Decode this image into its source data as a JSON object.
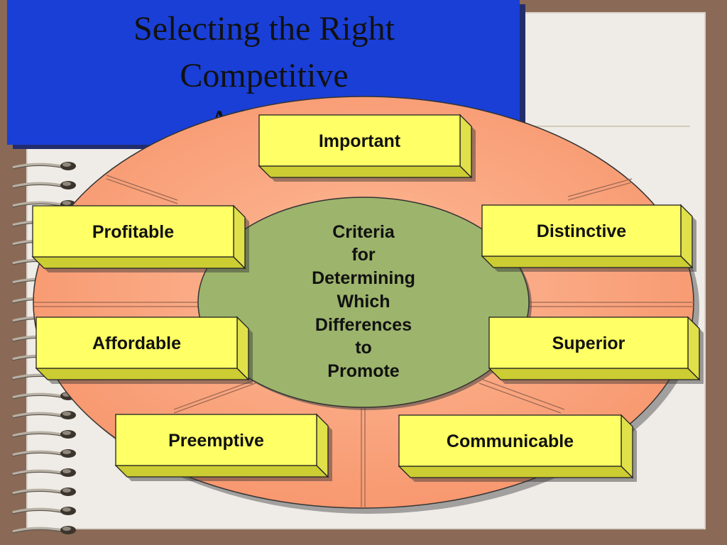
{
  "title": {
    "lines": [
      "Selecting the Right",
      "Competitive",
      "Ad"
    ]
  },
  "center": {
    "lines": [
      "Criteria",
      "for",
      "Determining",
      "Which",
      "Differences",
      "to",
      "Promote"
    ]
  },
  "criteria": [
    {
      "label": "Important"
    },
    {
      "label": "Profitable"
    },
    {
      "label": "Distinctive"
    },
    {
      "label": "Affordable"
    },
    {
      "label": "Superior"
    },
    {
      "label": "Preemptive"
    },
    {
      "label": "Communicable"
    }
  ],
  "colors": {
    "page_border": "#8a6a56",
    "paper": "#efebe6",
    "title_band": "#1a3fd6",
    "outer_ellipse": "#f9a27c",
    "inner_ellipse": "#9db46c",
    "box_face": "#ffff66"
  }
}
